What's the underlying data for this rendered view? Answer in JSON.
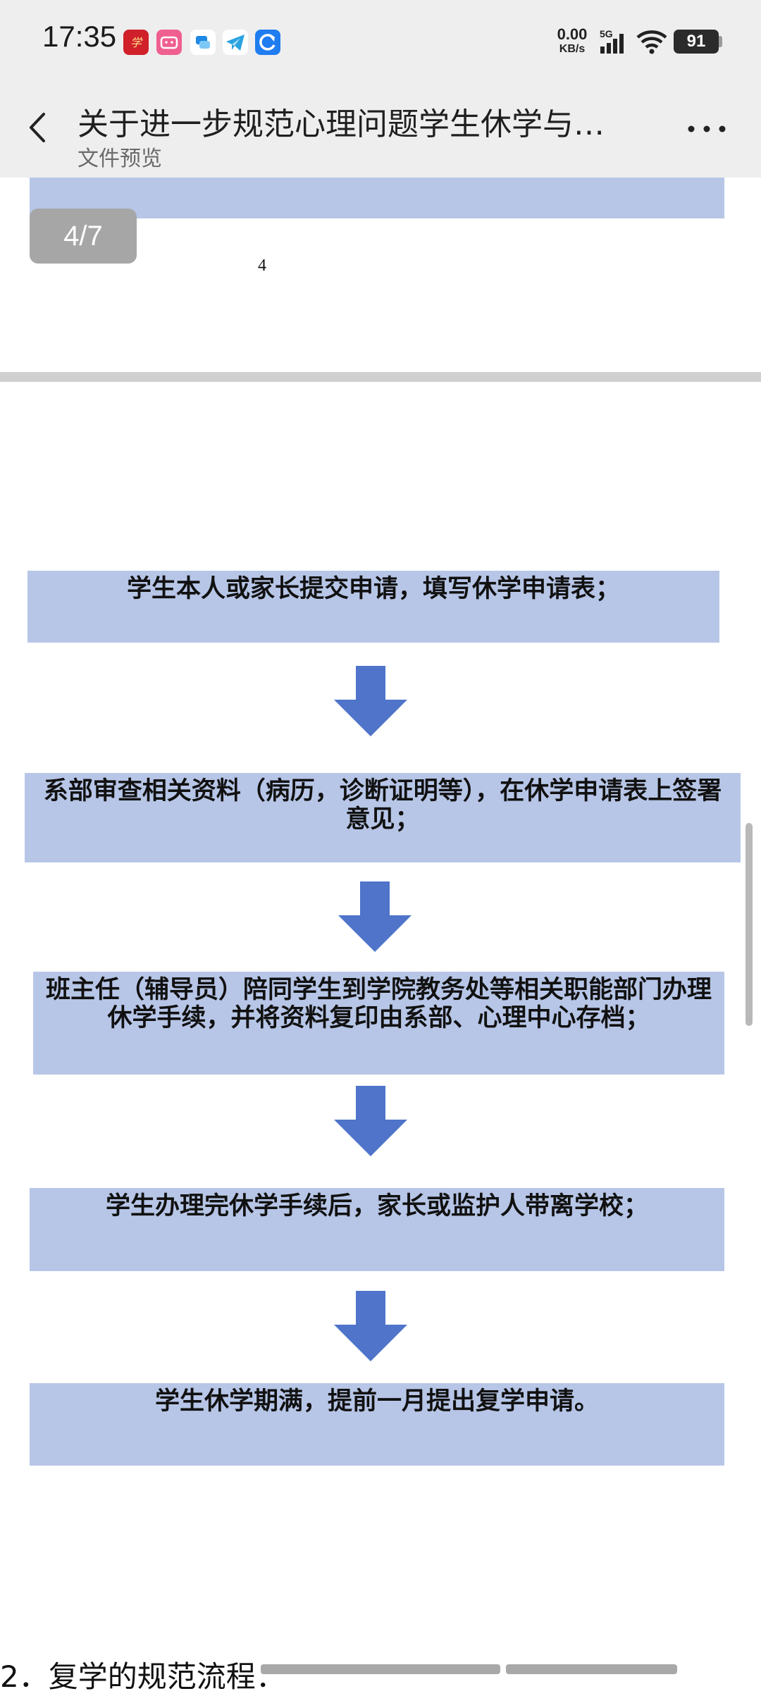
{
  "status_bar": {
    "time": "17:35",
    "net_speed_value": "0.00",
    "net_speed_unit": "KB/s",
    "network_type": "5G",
    "battery": "91",
    "notif_icons": [
      "xuexi-app-icon",
      "bilibili-app-icon",
      "message-app-icon",
      "telegram-app-icon",
      "sync-app-icon"
    ]
  },
  "app_bar": {
    "title": "关于进一步规范心理问题学生休学与…",
    "subtitle": "文件预览"
  },
  "viewer": {
    "page_indicator": "4/7",
    "page_number": "4"
  },
  "flow_steps": [
    "学生本人或家长提交申请，填写休学申请表；",
    "系部审查相关资料（病历，诊断证明等），在休学申请表上签署意见；",
    "班主任（辅导员）陪同学生到学院教务处等相关职能部门办理休学手续，并将资料复印由系部、心理中心存档；",
    "学生办理完休学手续后，家长或监护人带离学校；",
    "学生休学期满，提前一月提出复学申请。"
  ],
  "next_section_heading": "2．复学的规范流程：",
  "colors": {
    "flow_box": "#b7c6e7",
    "arrow": "#4f74c9",
    "status_bg": "#eeeeee",
    "page_indicator": "#a6a6a6"
  }
}
